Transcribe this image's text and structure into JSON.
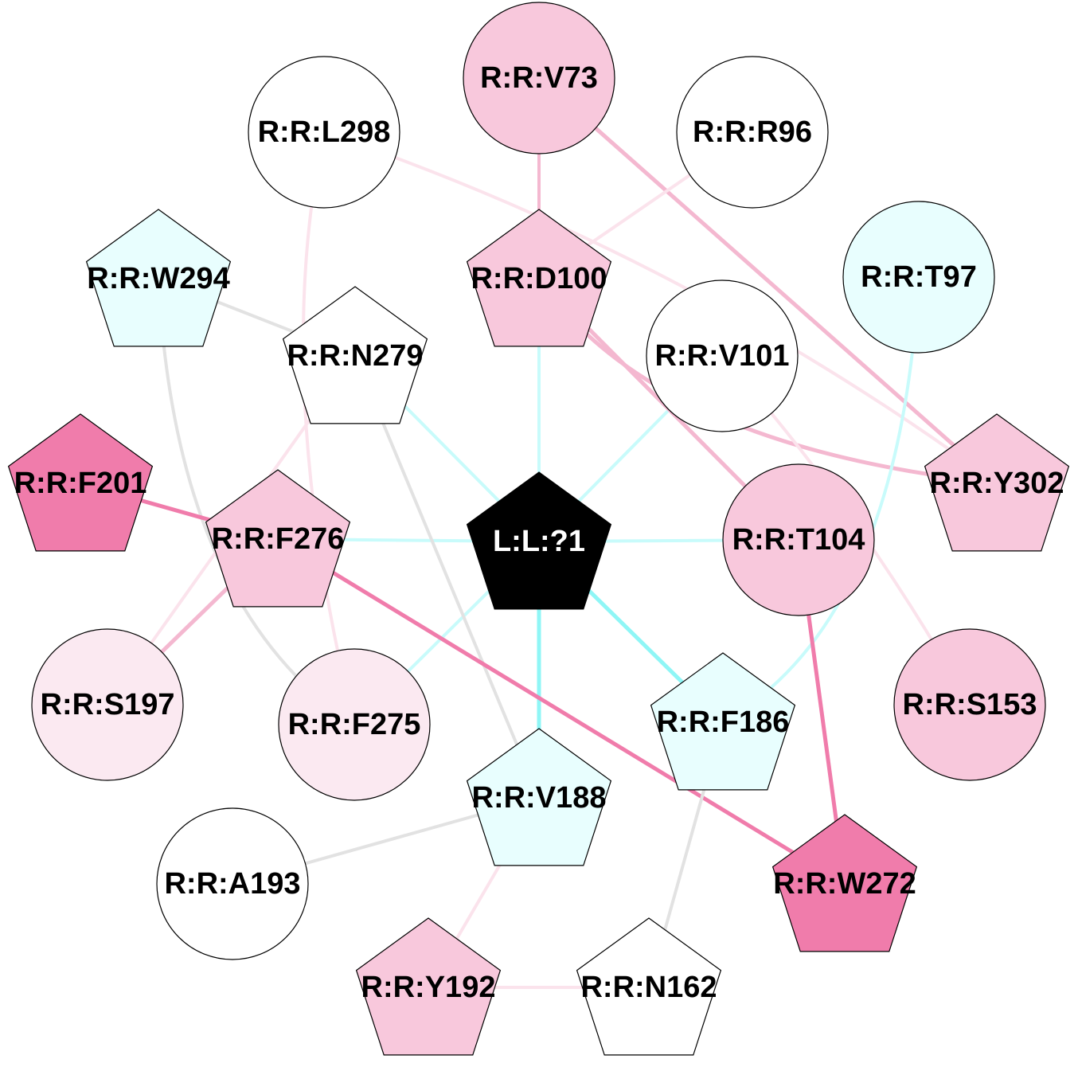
{
  "colors": {
    "ligand_fill": "#000000",
    "ligand_label": "#ffffff",
    "residue_label": "#000000",
    "pink_strong": "#f07cab",
    "pink_medium": "#f8c8dc",
    "pink_light": "#fbe9f1",
    "cyan_light": "#e8fefe",
    "white": "#ffffff",
    "edge_cyan": "#8ff6f6",
    "edge_cyan_light": "#c8fbfb",
    "edge_pink": "#f07cab",
    "edge_pink_medium": "#f4b8d0",
    "edge_pink_light": "#fbe3ec",
    "edge_gray": "#e2e2e2"
  },
  "nodes": [
    {
      "id": "lig",
      "label": "L:L:?1",
      "shape": "pentagon",
      "fill": "ligand_fill",
      "text": "ligand_label"
    },
    {
      "id": "v73",
      "label": "R:R:V73",
      "shape": "circle",
      "fill": "pink_medium"
    },
    {
      "id": "l298",
      "label": "R:R:L298",
      "shape": "circle",
      "fill": "white"
    },
    {
      "id": "r96",
      "label": "R:R:R96",
      "shape": "circle",
      "fill": "white"
    },
    {
      "id": "w294",
      "label": "R:R:W294",
      "shape": "pentagon",
      "fill": "cyan_light"
    },
    {
      "id": "d100",
      "label": "R:R:D100",
      "shape": "pentagon",
      "fill": "pink_medium"
    },
    {
      "id": "t97",
      "label": "R:R:T97",
      "shape": "circle",
      "fill": "cyan_light"
    },
    {
      "id": "n279",
      "label": "R:R:N279",
      "shape": "pentagon",
      "fill": "white"
    },
    {
      "id": "v101",
      "label": "R:R:V101",
      "shape": "circle",
      "fill": "white"
    },
    {
      "id": "f201",
      "label": "R:R:F201",
      "shape": "pentagon",
      "fill": "pink_strong"
    },
    {
      "id": "y302",
      "label": "R:R:Y302",
      "shape": "pentagon",
      "fill": "pink_medium"
    },
    {
      "id": "f276",
      "label": "R:R:F276",
      "shape": "pentagon",
      "fill": "pink_medium"
    },
    {
      "id": "t104",
      "label": "R:R:T104",
      "shape": "circle",
      "fill": "pink_medium"
    },
    {
      "id": "s197",
      "label": "R:R:S197",
      "shape": "circle",
      "fill": "pink_light"
    },
    {
      "id": "f275",
      "label": "R:R:F275",
      "shape": "circle",
      "fill": "pink_light"
    },
    {
      "id": "f186",
      "label": "R:R:F186",
      "shape": "pentagon",
      "fill": "cyan_light"
    },
    {
      "id": "s153",
      "label": "R:R:S153",
      "shape": "circle",
      "fill": "pink_medium"
    },
    {
      "id": "v188",
      "label": "R:R:V188",
      "shape": "pentagon",
      "fill": "cyan_light"
    },
    {
      "id": "a193",
      "label": "R:R:A193",
      "shape": "circle",
      "fill": "white"
    },
    {
      "id": "w272",
      "label": "R:R:W272",
      "shape": "pentagon",
      "fill": "pink_strong"
    },
    {
      "id": "y192",
      "label": "R:R:Y192",
      "shape": "pentagon",
      "fill": "pink_medium"
    },
    {
      "id": "n162",
      "label": "R:R:N162",
      "shape": "pentagon",
      "fill": "white"
    }
  ],
  "edges": [
    {
      "from": "lig",
      "to": "d100",
      "color": "edge_cyan_light",
      "weight": "normal"
    },
    {
      "from": "lig",
      "to": "n279",
      "color": "edge_cyan_light",
      "weight": "normal"
    },
    {
      "from": "lig",
      "to": "v101",
      "color": "edge_cyan_light",
      "weight": "normal"
    },
    {
      "from": "lig",
      "to": "f276",
      "color": "edge_cyan_light",
      "weight": "normal"
    },
    {
      "from": "lig",
      "to": "t104",
      "color": "edge_cyan_light",
      "weight": "normal"
    },
    {
      "from": "lig",
      "to": "f275",
      "color": "edge_cyan_light",
      "weight": "normal"
    },
    {
      "from": "lig",
      "to": "f186",
      "color": "edge_cyan",
      "weight": "heavy"
    },
    {
      "from": "lig",
      "to": "v188",
      "color": "edge_cyan",
      "weight": "heavy"
    },
    {
      "from": "v73",
      "to": "d100",
      "color": "edge_pink_medium",
      "weight": "normal"
    },
    {
      "from": "v73",
      "to": "y302",
      "color": "edge_pink_medium",
      "weight": "heavy"
    },
    {
      "from": "r96",
      "to": "d100",
      "color": "edge_pink_light",
      "weight": "normal"
    },
    {
      "from": "l298",
      "to": "y302",
      "color": "edge_pink_light",
      "weight": "normal"
    },
    {
      "from": "l298",
      "to": "f275",
      "color": "edge_pink_light",
      "weight": "normal"
    },
    {
      "from": "d100",
      "to": "t104",
      "color": "edge_pink_medium",
      "weight": "heavy"
    },
    {
      "from": "d100",
      "to": "y302",
      "color": "edge_pink_medium",
      "weight": "heavy"
    },
    {
      "from": "w294",
      "to": "n279",
      "color": "edge_gray",
      "weight": "normal"
    },
    {
      "from": "w294",
      "to": "f275",
      "color": "edge_gray",
      "weight": "normal"
    },
    {
      "from": "n279",
      "to": "s197",
      "color": "edge_pink_light",
      "weight": "normal"
    },
    {
      "from": "n279",
      "to": "v188",
      "color": "edge_gray",
      "weight": "normal"
    },
    {
      "from": "v101",
      "to": "s153",
      "color": "edge_pink_light",
      "weight": "normal"
    },
    {
      "from": "t97",
      "to": "f186",
      "color": "edge_cyan_light",
      "weight": "normal"
    },
    {
      "from": "f201",
      "to": "f276",
      "color": "edge_pink",
      "weight": "heavy"
    },
    {
      "from": "f276",
      "to": "s197",
      "color": "edge_pink_medium",
      "weight": "heavy"
    },
    {
      "from": "f276",
      "to": "w272",
      "color": "edge_pink",
      "weight": "heavy"
    },
    {
      "from": "t104",
      "to": "w272",
      "color": "edge_pink",
      "weight": "heavy"
    },
    {
      "from": "f186",
      "to": "n162",
      "color": "edge_gray",
      "weight": "normal"
    },
    {
      "from": "v188",
      "to": "a193",
      "color": "edge_gray",
      "weight": "normal"
    },
    {
      "from": "v188",
      "to": "y192",
      "color": "edge_pink_light",
      "weight": "normal"
    },
    {
      "from": "y192",
      "to": "n162",
      "color": "edge_pink_light",
      "weight": "normal"
    }
  ]
}
